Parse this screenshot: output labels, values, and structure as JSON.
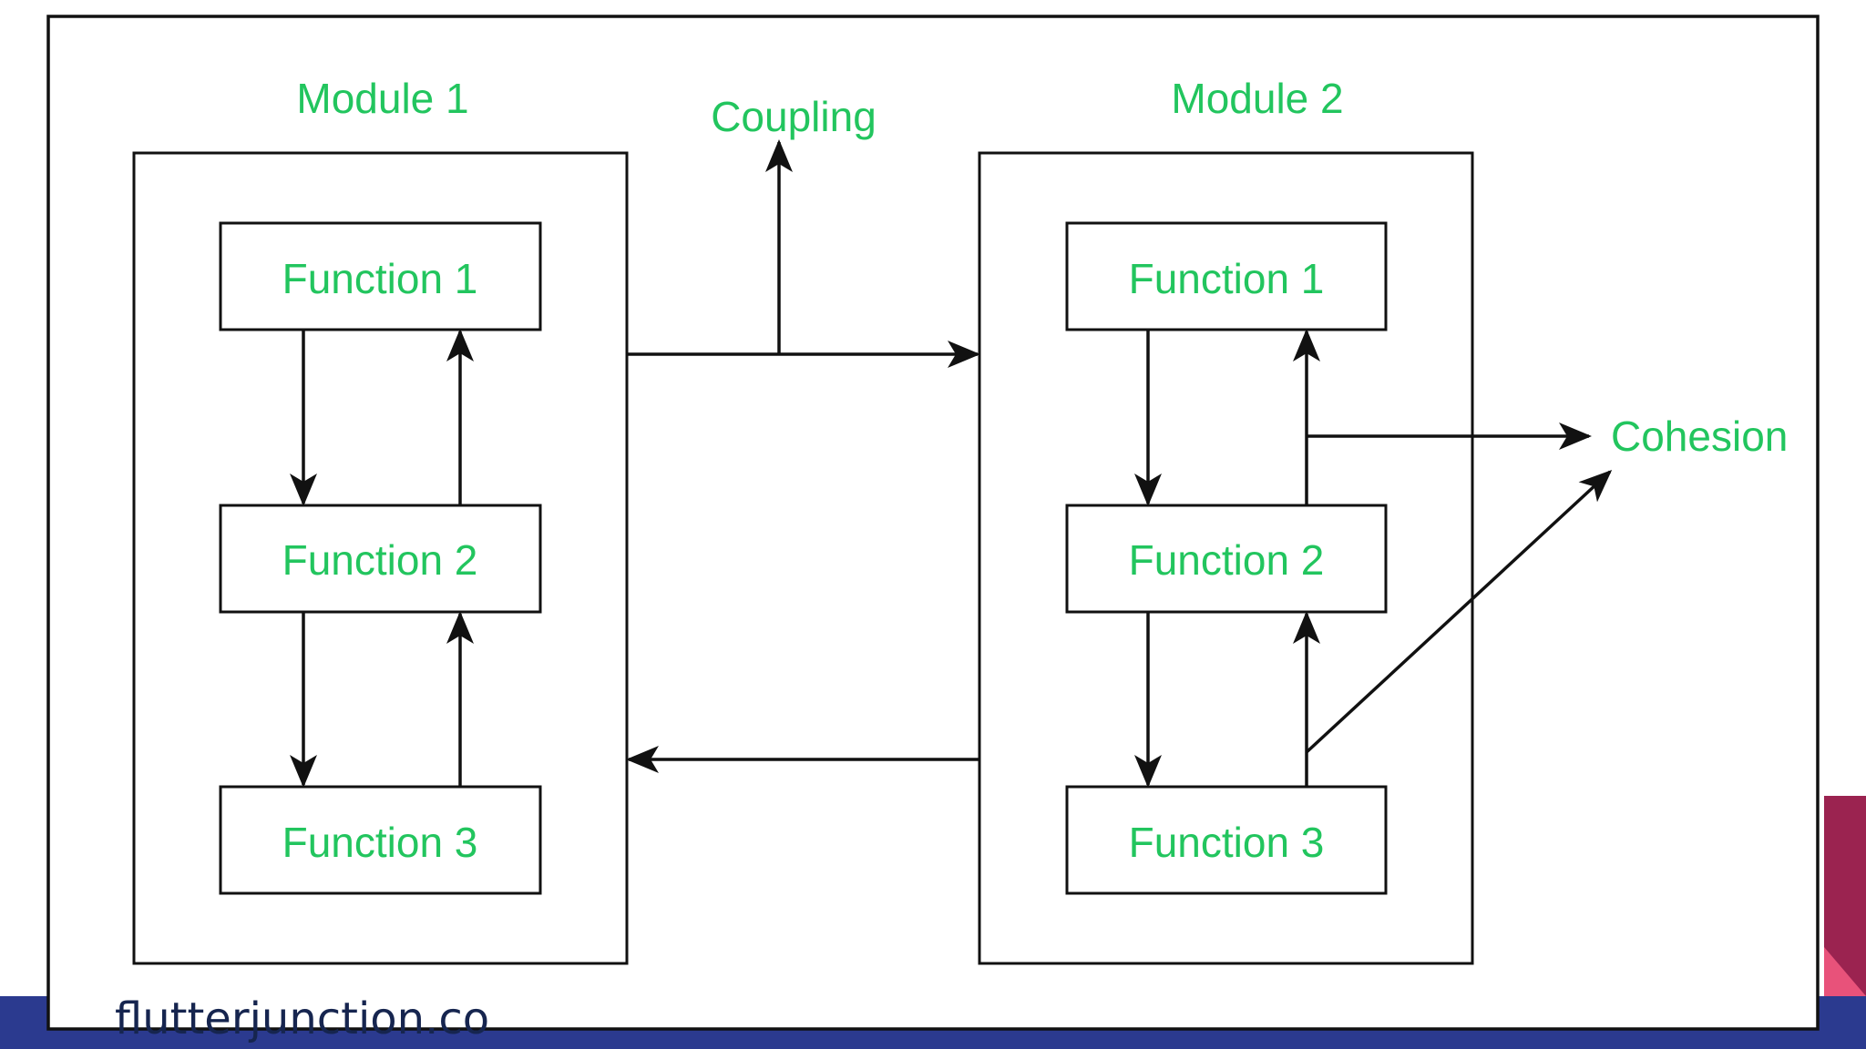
{
  "diagram": {
    "module_left": {
      "title": "Module 1",
      "functions": [
        "Function 1",
        "Function 2",
        "Function 3"
      ]
    },
    "module_right": {
      "title": "Module 2",
      "functions": [
        "Function 1",
        "Function 2",
        "Function 3"
      ]
    },
    "coupling_label": "Coupling",
    "cohesion_label": "Cohesion"
  },
  "footer": {
    "brand": "flutterjunction.co"
  },
  "colors": {
    "label_green": "#22c55e",
    "line_black": "#111111",
    "footer_navy": "#2b3a8f",
    "corner_maroon": "#9b2350",
    "corner_pink": "#e8527a",
    "brand_text": "#16254f"
  }
}
